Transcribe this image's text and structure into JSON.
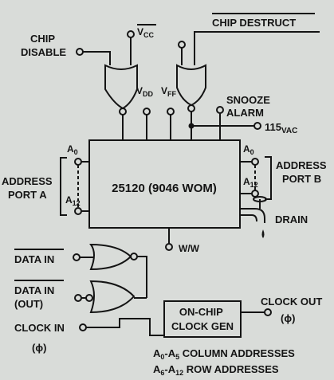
{
  "labels": {
    "chip_disable": [
      "CHIP",
      "DISABLE"
    ],
    "vcc_main": "V",
    "vcc_sub": "CC",
    "chip_destruct": "CHIP DESTRUCT",
    "vdd_main": "V",
    "vdd_sub": "DD",
    "vff_main": "V",
    "vff_sub": "FF",
    "snooze_alarm": [
      "SNOOZE",
      "ALARM"
    ],
    "vac_main": "115",
    "vac_sub": "VAC",
    "chip_name": "25120 (9046 WOM)",
    "a0_left_main": "A",
    "a0_left_sub": "0",
    "a12_left_main": "A",
    "a12_left_sub": "12",
    "a0_right_main": "A",
    "a0_right_sub": "0",
    "a12_right_main": "A",
    "a12_right_sub": "12",
    "address_port_a": [
      "ADDRESS",
      "PORT A"
    ],
    "address_port_b": [
      "ADDRESS",
      "PORT B"
    ],
    "drain": "DRAIN",
    "ww": "W/W",
    "data_in": "DATA IN",
    "data_in_out": [
      "DATA IN",
      "(OUT)"
    ],
    "clock_in": "CLOCK IN",
    "phi_in": "(ϕ)",
    "clock_gen": [
      "ON-CHIP",
      "CLOCK GEN"
    ],
    "clock_out": "CLOCK OUT",
    "phi_out": "(ϕ)",
    "legend_col": [
      "A",
      "0",
      "-A",
      "5",
      " COLUMN ADDRESSES"
    ],
    "legend_row": [
      "A",
      "6",
      "-A",
      "12",
      " ROW ADDRESSES"
    ]
  }
}
